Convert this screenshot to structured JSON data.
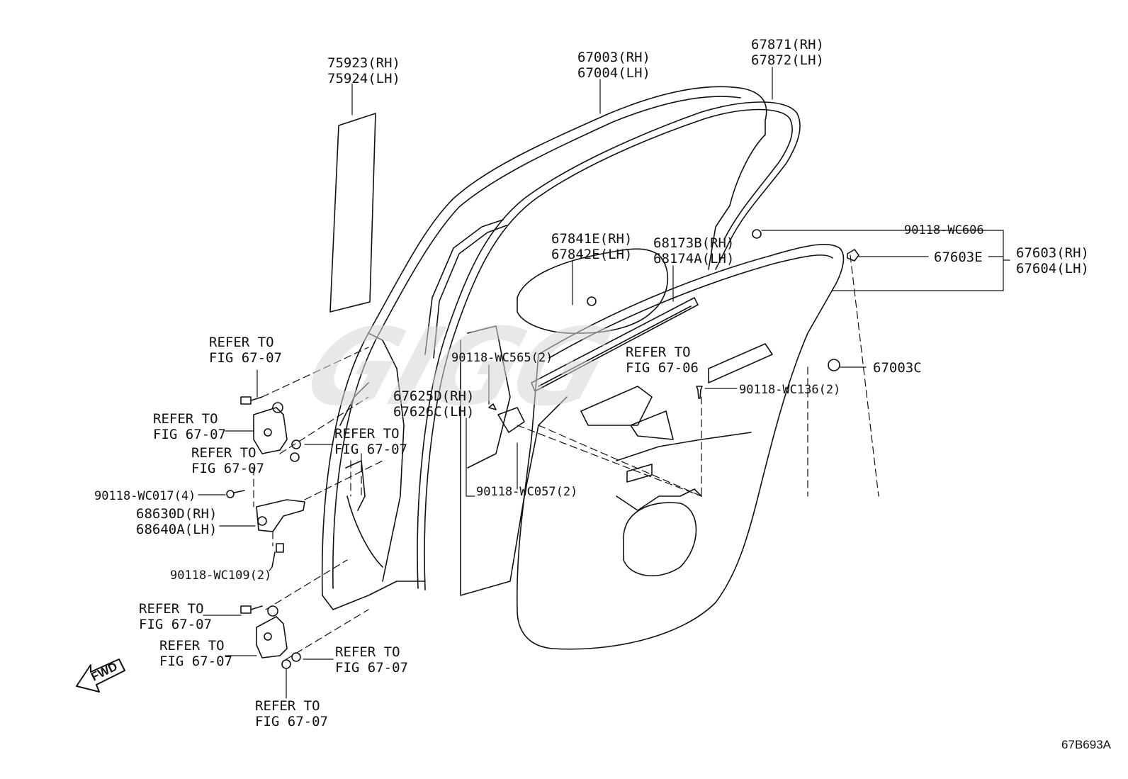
{
  "labels": {
    "p75923": [
      "75923(RH)",
      "75924(LH)"
    ],
    "p67003": [
      "67003(RH)",
      "67004(LH)"
    ],
    "p67871": [
      "67871(RH)",
      "67872(LH)"
    ],
    "p67841": [
      "67841E(RH)",
      "67842E(LH)"
    ],
    "p68173": [
      "68173B(RH)",
      "68174A(LH)"
    ],
    "p90118_wc606": "90118-WC606",
    "p67603e": "67603E",
    "p67603": [
      "67603(RH)",
      "67604(LH)"
    ],
    "p67003c": "67003C",
    "p90118_wc565": "90118-WC565(2)",
    "p90118_wc136": "90118-WC136(2)",
    "p67625": [
      "67625D(RH)",
      "67626C(LH)"
    ],
    "p90118_wc057": "90118-WC057(2)",
    "p90118_wc017": "90118-WC017(4)",
    "p68630": [
      "68630D(RH)",
      "68640A(LH)"
    ],
    "p90118_wc109": "90118-WC109(2)",
    "refer_6706": [
      "REFER TO",
      "FIG 67-06"
    ],
    "refer_6707": [
      "REFER TO",
      "FIG 67-07"
    ]
  },
  "watermark": "GIGG",
  "fwd_label": "FWD",
  "diagram_code": "67B693A",
  "colors": {
    "line": "#111111",
    "watermark": "#d0d0d0"
  }
}
